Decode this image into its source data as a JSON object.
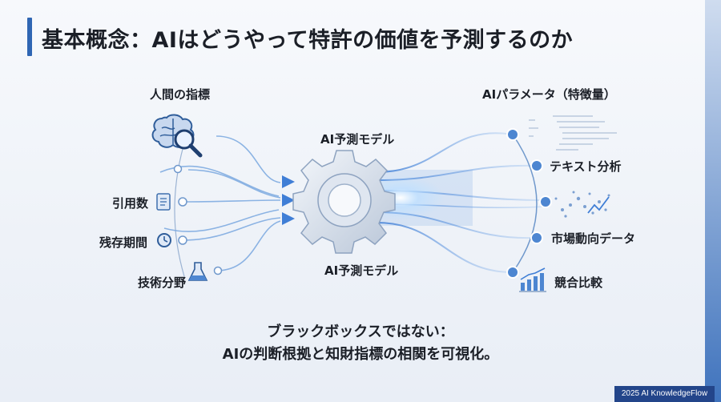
{
  "title": "基本概念：AIはどうやって特許の価値を予測するのか",
  "left": {
    "heading": "人間の指標",
    "items": [
      "引用数",
      "残存期間",
      "技術分野"
    ],
    "icons": [
      "brain-magnifier-icon",
      "document-icon",
      "clock-icon",
      "flask-icon"
    ]
  },
  "center": {
    "label_top": "AI予測モデル",
    "label_bottom": "AI予測モデル",
    "icon": "gear-icon"
  },
  "right": {
    "heading": "AIパラメータ（特徴量）",
    "items": [
      "テキスト分析",
      "市場動向データ",
      "競合比較"
    ],
    "icons": [
      "code-snippet-icon",
      "scatter-plot-icon",
      "bar-chart-icon"
    ]
  },
  "caption": {
    "line1": "ブラックボックスではない：",
    "line2": "AIの判断根拠と知財指標の相関を可視化。"
  },
  "footer": "2025 AI KnowledgeFlow",
  "colors": {
    "accent": "#2f66b3",
    "node": "#4d86d1",
    "footer_bg": "#23458a"
  }
}
